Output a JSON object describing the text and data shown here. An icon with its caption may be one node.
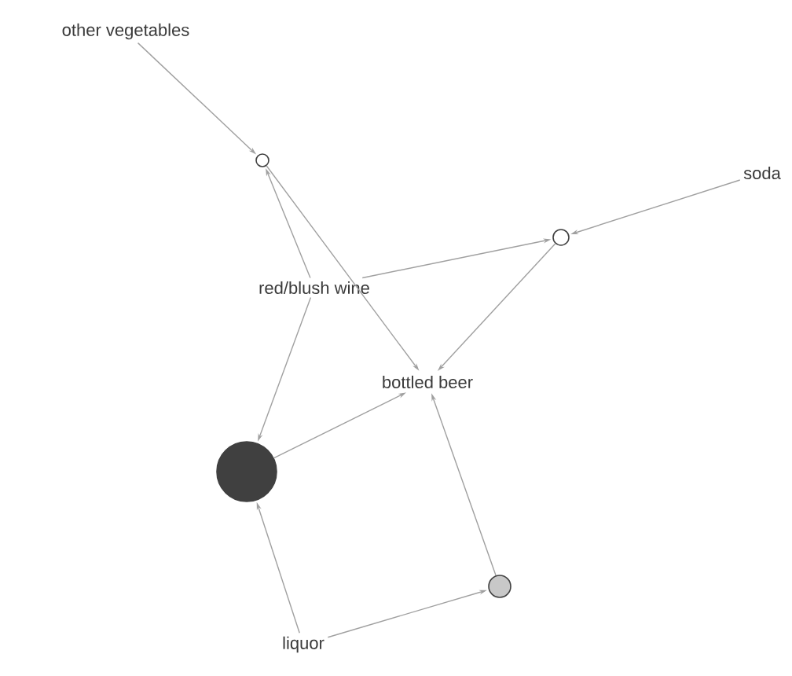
{
  "diagram": {
    "nodes": [
      {
        "text": [
          "other vegetables"
        ]
      },
      {
        "text": [],
        "shape": "circle"
      },
      {
        "text": [
          "soda"
        ]
      },
      {
        "text": [],
        "shape": "circle"
      },
      {
        "text": [
          "red/blush wine"
        ]
      },
      {
        "text": [
          "bottled beer"
        ]
      },
      {
        "text": [],
        "shape": "circle"
      },
      {
        "text": [],
        "shape": "circle"
      },
      {
        "text": [
          "liquor"
        ]
      }
    ],
    "edges": [
      {
        "from": 0,
        "to": 1,
        "arrow": "to"
      },
      {
        "from": 4,
        "to": 1,
        "arrow": "to"
      },
      {
        "from": 1,
        "to": 5,
        "arrow": "to"
      },
      {
        "from": 2,
        "to": 3,
        "arrow": "to"
      },
      {
        "from": 4,
        "to": 3,
        "arrow": "to"
      },
      {
        "from": 3,
        "to": 5,
        "arrow": "to"
      },
      {
        "from": 4,
        "to": 6,
        "arrow": "to"
      },
      {
        "from": 6,
        "to": 5,
        "arrow": "to"
      },
      {
        "from": 8,
        "to": 6,
        "arrow": "to"
      },
      {
        "from": 8,
        "to": 7,
        "arrow": "to"
      },
      {
        "from": 7,
        "to": 5,
        "arrow": "to"
      }
    ]
  }
}
